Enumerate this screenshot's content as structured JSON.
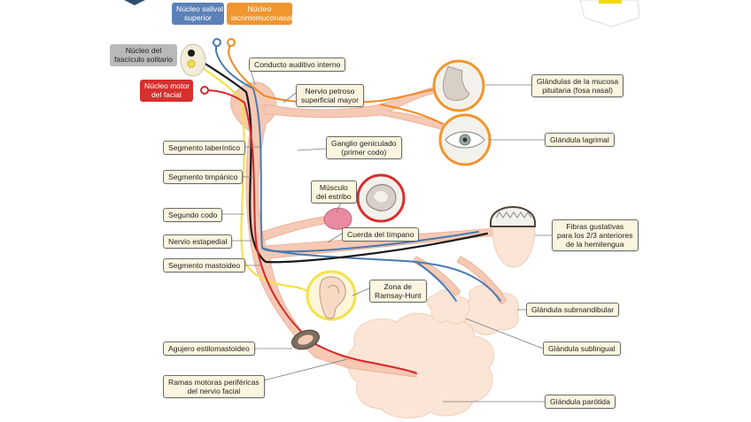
{
  "colors": {
    "nerve": "#f6c9b4",
    "nerve_edge": "#e8a98e",
    "motor": "#d7282b",
    "visceral": "#f08a24",
    "secretory": "#4a7bb0",
    "gustatory": "#f3e24a",
    "solitary": "#1a1a1a",
    "gland": "#fbe5d6",
    "nucleus_salival": "#5a82b8",
    "nucleus_lacrimo": "#f0962e",
    "nucleus_solitario": "#b9b9b9",
    "nucleus_motor": "#d6302e",
    "label_bg": "#fbf5df"
  },
  "nuclei": {
    "salival": {
      "line1": "Núcleo salival",
      "line2": "superior"
    },
    "lacrimo": {
      "line1": "Núcleo",
      "line2": "lacrimomuconasal"
    },
    "solitario": {
      "line1": "Núcleo del",
      "line2": "fascículo solitario"
    },
    "motor": {
      "line1": "Núcleo motor",
      "line2": "del facial"
    }
  },
  "labels": {
    "conducto": "Conducto auditivo interno",
    "petroso": {
      "line1": "Nervio petroso",
      "line2": "superficial mayor"
    },
    "laberintico": "Segmento laberíntico",
    "geniculado": {
      "line1": "Ganglio geniculado",
      "line2": "(primer codo)"
    },
    "timpanico": "Segmento timpánico",
    "estribo": {
      "line1": "Músculo",
      "line2": "del estribo"
    },
    "segundo_codo": "Segundo codo",
    "cuerda": "Cuerda del tímpano",
    "estapedial": "Nervio estapedial",
    "mastoideo": "Segmento mastoideo",
    "ramsay": {
      "line1": "Zona de",
      "line2": "Ramsay-Hunt"
    },
    "estilomastoideo": "Agujero estilomastoideo",
    "ramas": {
      "line1": "Ramas motoras periféricas",
      "line2": "del nervio facial"
    },
    "mucosa": {
      "line1": "Glándulas de la mucosa",
      "line2": "pituitaria (fosa nasal)"
    },
    "lagrimal": "Glándula lagrimal",
    "gustativas": {
      "line1": "Fibras gustativas",
      "line2": "para los 2/3 anteriores",
      "line3": "de la hemilengua"
    },
    "submandibular": "Glándula submandibular",
    "sublingual": "Glándula sublingual",
    "parotida": "Glándula parótida"
  }
}
